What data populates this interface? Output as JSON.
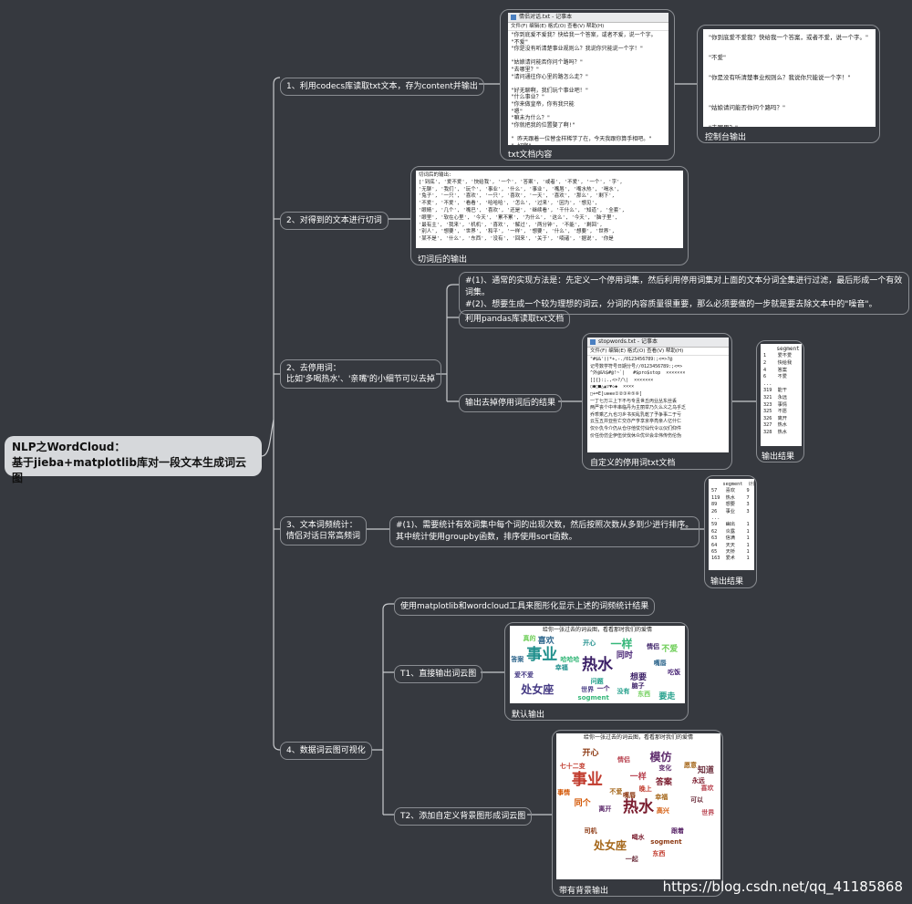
{
  "root": {
    "line1": "NLP之WordCloud：",
    "line2": "基于jieba+matplotlib库对一段文本生成词云图"
  },
  "branches": [
    {
      "label": "1、利用codecs库读取txt文本，存为content并输出"
    },
    {
      "label": "2、对得到的文本进行切词"
    },
    {
      "label_line1": "2、去停用词：",
      "label_line2": "比如'多喝热水'、'亲嘴'的小细节可以去掉"
    },
    {
      "label_line1": "3、文本词频统计：",
      "label_line2": "情侣对话日常高频词"
    },
    {
      "label": "4、数据词云图可视化"
    }
  ],
  "stopwords_notes": {
    "line1": "#(1)、通常的实现方法是：先定义一个停用词集，然后利用停用词集对上面的文本分词全集进行过滤，最后形成一个有效词集。",
    "line2": "#(2)、想要生成一个较为理想的词云，分词的内容质量很重要，那么必须要做的一步就是要去除文本中的\"噪音\"。"
  },
  "pandas_node": "利用pandas库读取txt文档",
  "output_after_node": "输出去掉停用词后的结果",
  "freq_notes": {
    "line1": "#(1)、需要统计有效词集中每个词的出现次数，然后按照次数从多到少进行排序。",
    "line2": "其中统计使用groupby函数，排序使用sort函数。"
  },
  "viz_nodes": {
    "intro": "使用matplotlib和wordcloud工具来图形化显示上述的词频统计结果",
    "t1": "T1、直接输出词云图",
    "t2": "T2、添加自定义背景图形成词云图"
  },
  "captions": {
    "txt_content": "txt文档内容",
    "console_output": "控制台输出",
    "cut_output": "切词后的输出",
    "stopwords_doc": "自定义的停用词txt文档",
    "output_result_1": "输出结果",
    "output_result_2": "输出结果",
    "default_output": "默认输出",
    "bg_output": "带有背景输出"
  },
  "notepad1": {
    "title": "情侣对话.txt - 记事本",
    "menu": "文件(F)  编辑(E)  格式(O)  查看(V)  帮助(H)",
    "text": "\"你到底爱不爱我？快给我一个答案，或者不爱，说一个字。\n\"不爱\"\n\"你是没有听清楚事业规则么？我说你只能说一个字！\"\n\n\"姑娘请问能否你问个路吗？\"\n\"去哪里？\"\n\"请问通往你心里的路怎么走？\"\n\n\"好无聊啊，我们玩个事业吧！\"\n\"什么事业？\"\n\"你来做皇帝，你有我只能\n\"嗯\"\n\"嘛未为什么？\"\n\"你就把我的位置娶了啊!\"\n\n\" 昨天跟着一位替金样稀学了在，今天我跟你算手相吧。\"\n\" 好啊\"\n\"嗯，我看你命里缺我啊。\"\n\"我看你其余的，一见到你我就在\"\n\"就越想你是从了吗？\""
  },
  "console": {
    "text": "\"你到底爱不爱我？快给我一个答案，或者不爱，说一个字。\"\n\n\"不爱\"\n\n\"你是没有听清楚事业规则么？我说你只能说一个字！\"\n\n\n\"姑娘请问能否你问个路吗？\"\n\n\"去哪里？\"\n\n\"请问通往你心里的路怎么走？\""
  },
  "cut_output": {
    "text": "切词后的输出:\n['到底', '爱不爱', '快给我', '一个', '答案', '或者', '不爱', '一个', '字',\n'无聊', '我们', '玩个', '事业', '什么', '事业', '嘴唇', '嘴水热', '喝水',\n'兔子', '一只', '喜欢', '一只', '喜欢', '一天', '喜欢', '那么', '剩下',\n'不爱', '不爱', '看看', '哈哈哈', '怎么', '过来', '因为', '想见',\n'眼睛', '几个', '嘴巴', '喜欢', '还是', '继续看', '干什么', '知道', '全套',\n'眼里', '软在心里', '今天', '累不累', '为什么', '这么', '今天', '脑子里',\n'最有主', '我来', '机机', '喜欢', '解过', '两分钟', '不能', '剩回',\n'别人', '想要', '世界', '和平', '一样', '想要', '什么', '想要', '世界',\n'某不是', '什么', '东西', '没有', '回来', '关于', '喃诸', '据说', '你是"
  },
  "notepad2": {
    "title": "stopwords.txt - 记事本",
    "menu": "文件(F)  编辑(E)  格式(O)  查看(V)  帮助(H)",
    "text": "\"#$&'()*+,-./0123456789:;<=>?@\n记号数学符号日期分号//0123456789:;<=>\n^外@&%$#@!~`|   #$pro$stop  ×××××××\n[]{}:;.,<>?/\\|  ×××××××\n○●□■△▲▽▼◇◆  ××××\n□+=E[∪⊕⊗⊙①②③④⑤⑥]\n一丁七万三上下不与专且世丘丙业丛东丝丢\n两严丧个中丰串临丹为主丽举乃久么义之乌乎乏\n乔乖乘乙九也习乡书买乱乳乾了予争事二于亏\n云互五井亚些亡交亦产亨享京亭亮亲人亿什仁\n仅仆仇今介仍从仓仔他仗付仙代令以仪们仰件\n价任份仿企伊伍伏伐休众优伙会伞伟传伤伦伪"
  },
  "segment_table1": {
    "header": "    segment",
    "text": "1    爱不爱\n2    快给我\n4    答案\n6    不爱\n...\n319  能干\n321  永远\n323  事情\n325  不愿\n326  离开\n327  热水\n328  热水"
  },
  "segment_table2": {
    "header": "    segment  计数",
    "text": "57   喜欢    9\n119  热水    7\n89   想要    3\n26   事业    3\n...\n59   幽出    1\n62   炎露    1\n63   信满    1\n64   天天    1\n65   天桥    1\n163  爱术    1"
  },
  "cloud1": {
    "title": "给你一张过去的词云图，看看那时我们的爱情",
    "words": [
      "热水",
      "事业",
      "处女座",
      "一样",
      "喜欢",
      "要走",
      "不爱",
      "同时",
      "想要",
      "开心",
      "世界",
      "哈哈哈",
      "答案",
      "没有",
      "真的",
      "一个",
      "情侣",
      "幸福",
      "爱不爱",
      "sogment",
      "嘴唇",
      "问题",
      "东西",
      "吃饭",
      "脑子"
    ]
  },
  "cloud2": {
    "title": "给你一张过去的词云图，看看那时我们的爱情",
    "words": [
      "热水",
      "事业",
      "处女座",
      "模仿",
      "一样",
      "开心",
      "同个",
      "知道",
      "答案",
      "晚上",
      "不爱",
      "跟着",
      "喜欢",
      "sogment",
      "事情",
      "一起",
      "永远",
      "七十二变",
      "愿意",
      "离开",
      "情侣",
      "嘴唇",
      "高兴",
      "可以",
      "喝水",
      "东西",
      "幸福",
      "变化",
      "世界",
      "司机"
    ]
  },
  "watermark": "https://blog.csdn.net/qq_41185868",
  "colors": {
    "background": "#36393f",
    "line": "#c8cacd",
    "root_bg": "#d6d8db",
    "border": "#8a8d92"
  }
}
